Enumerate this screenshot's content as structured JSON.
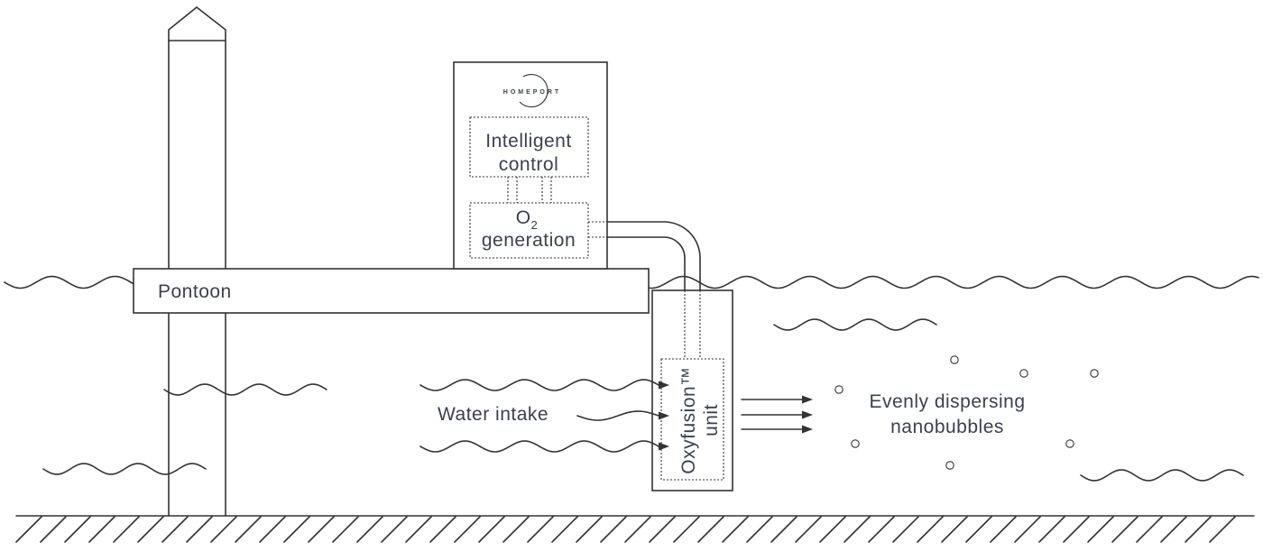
{
  "logo": {
    "text": "HOMEPORT"
  },
  "control": {
    "line1": "Intelligent",
    "line2": "control"
  },
  "o2": {
    "symbol": "O",
    "subscript": "2",
    "line2": "generation"
  },
  "pontoon": {
    "label": "Pontoon"
  },
  "oxyfusion": {
    "line1": "Oxyfusion™",
    "line2": "unit"
  },
  "intake": {
    "label": "Water intake"
  },
  "output": {
    "line1": "Evenly dispersing",
    "line2": "nanobubbles"
  },
  "colors": {
    "line": "#333333",
    "text": "#3a4150",
    "background": "#ffffff"
  }
}
